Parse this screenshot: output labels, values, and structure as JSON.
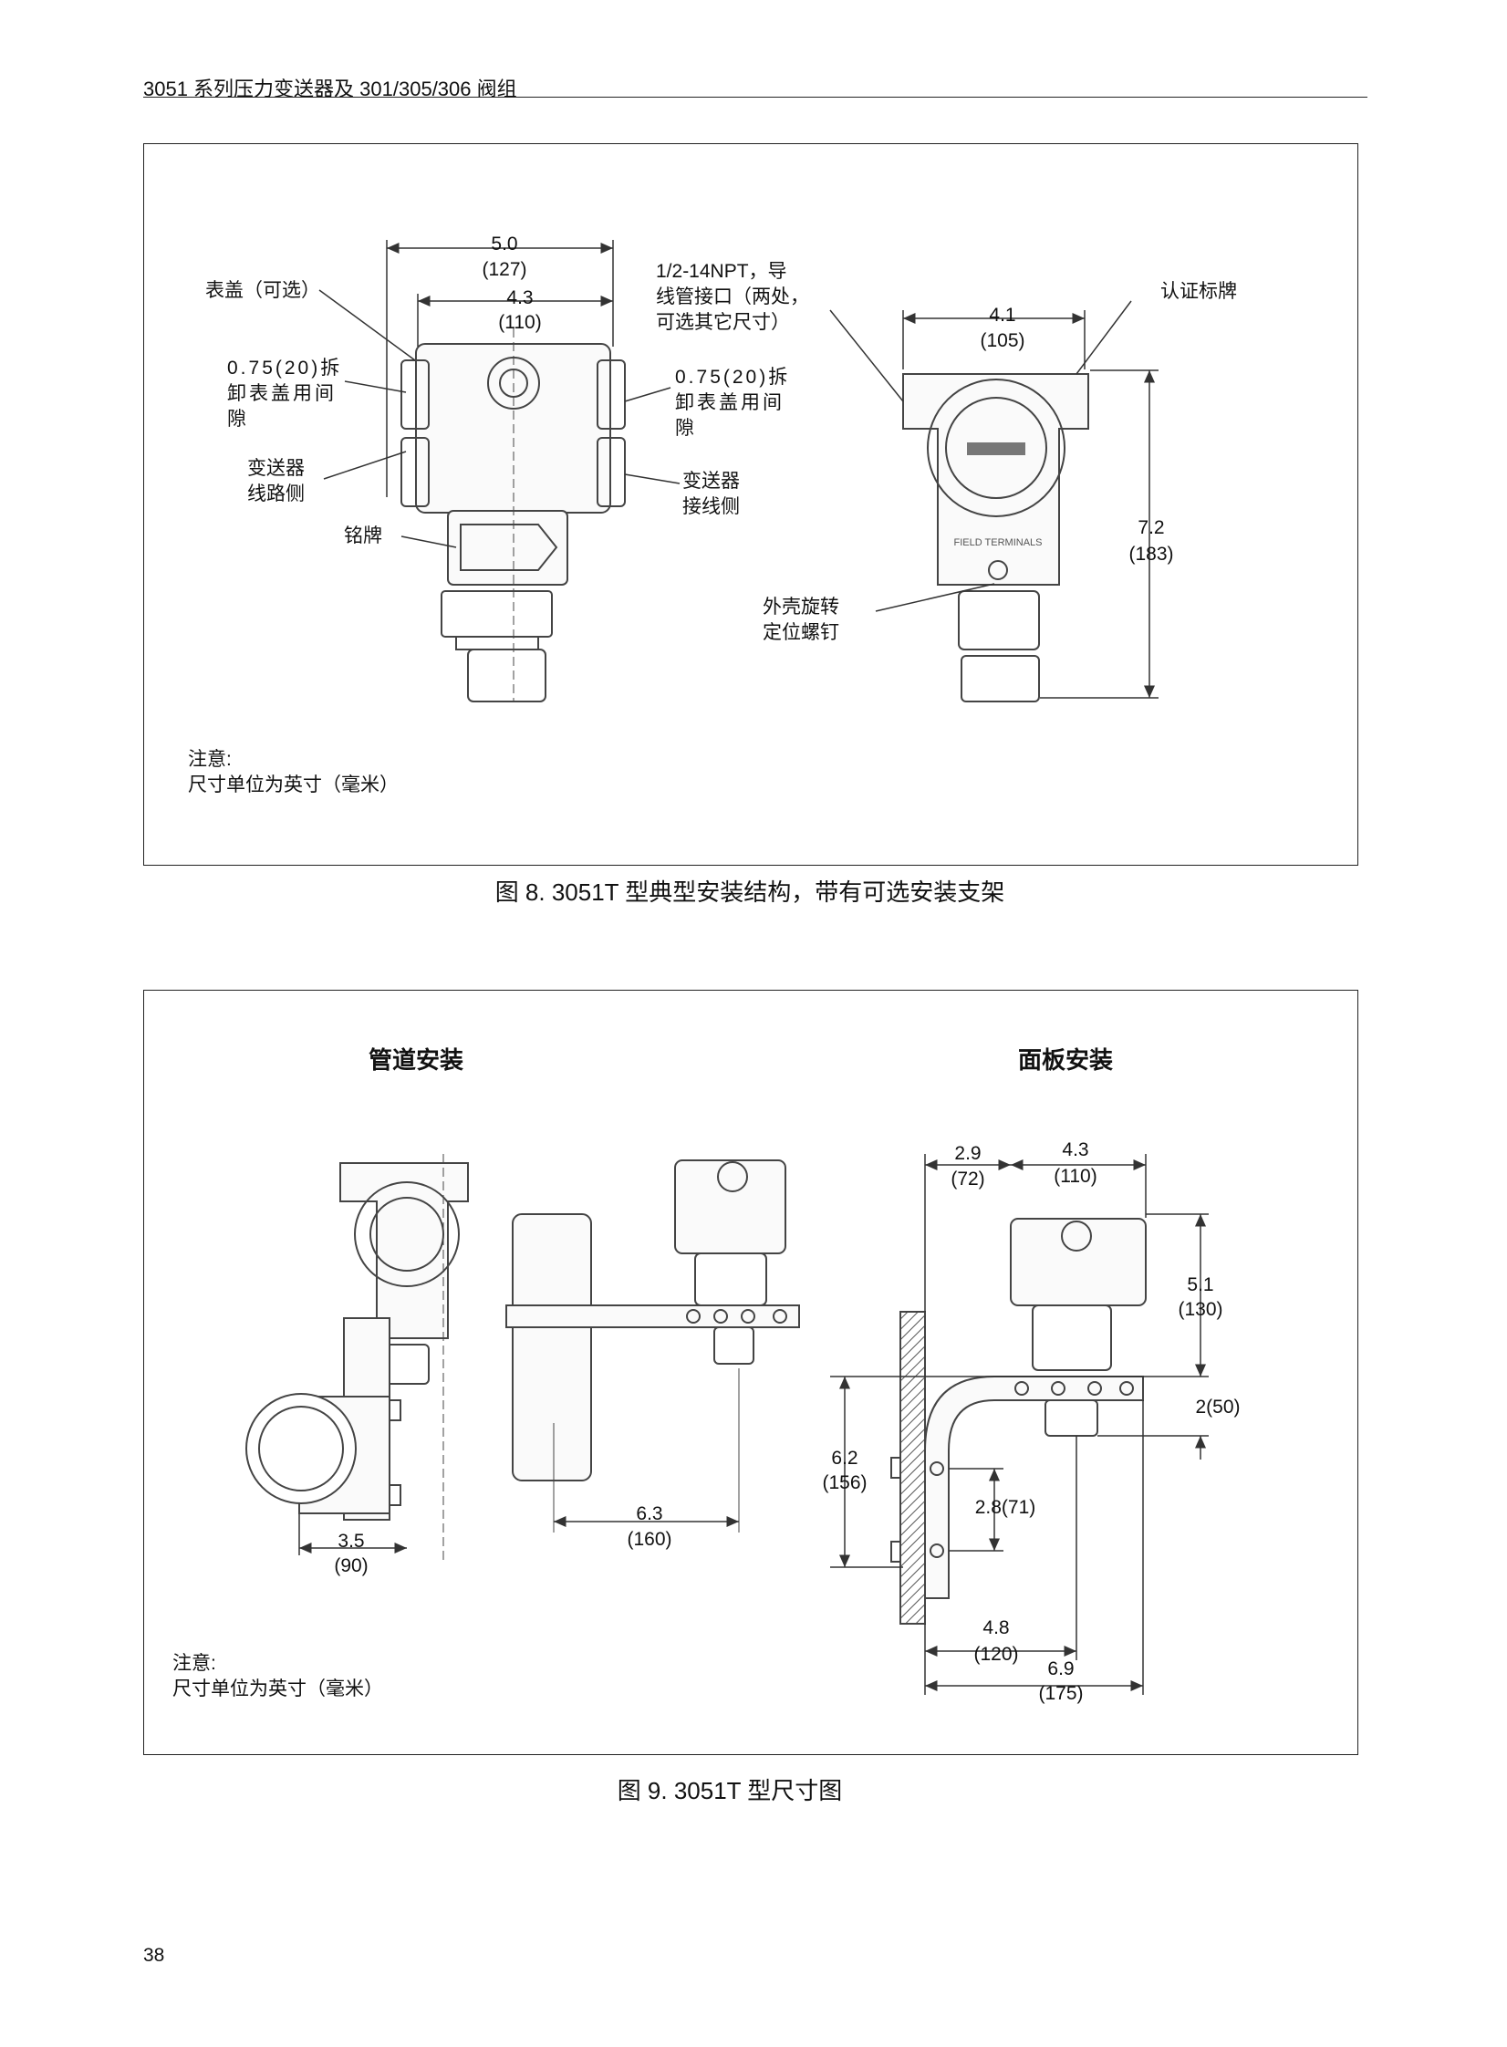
{
  "header": {
    "title": "3051 系列压力变送器及 301/305/306 阀组"
  },
  "figure8": {
    "caption": "图 8. 3051T 型典型安装结构，带有可选安装支架",
    "dims": {
      "d50": "5.0",
      "d50_mm": "(127)",
      "d43": "4.3",
      "d43_mm": "(110)",
      "d41": "4.1",
      "d41_mm": "(105)",
      "d72": "7.2",
      "d72_mm": "(183)"
    },
    "labels": {
      "cover": "表盖（可选）",
      "clear_left": [
        "0.75(20)拆",
        "卸表盖用间",
        "隙"
      ],
      "electronics_side": [
        "变送器",
        "线路侧"
      ],
      "nameplate": "铭牌",
      "clear_right": [
        "0.75(20)拆",
        "卸表盖用间",
        "隙"
      ],
      "terminal_side": [
        "变送器",
        "接线侧"
      ],
      "conduit": [
        "1/2-14NPT，导",
        "线管接口（两处，",
        "可选其它尺寸）"
      ],
      "approval_label": "认证标牌",
      "rotation_screw": [
        "外壳旋转",
        "定位螺钉"
      ],
      "field_terminals": "FIELD TERMINALS"
    },
    "note": {
      "title": "注意:",
      "text": "尺寸单位为英寸（毫米）"
    }
  },
  "figure9": {
    "caption": "图 9. 3051T 型尺寸图",
    "pipe_mount_title": "管道安装",
    "panel_mount_title": "面板安装",
    "dims": {
      "d35": "3.5",
      "d35_mm": "(90)",
      "d63": "6.3",
      "d63_mm": "(160)",
      "d29": "2.9",
      "d29_mm": "(72)",
      "d43": "4.3",
      "d43_mm": "(110)",
      "d51": "5.1",
      "d51_mm": "(130)",
      "d2": "2(50)",
      "d62": "6.2",
      "d62_mm": "(156)",
      "d28": "2.8(71)",
      "d48": "4.8",
      "d48_mm": "(120)",
      "d69": "6.9",
      "d69_mm": "(175)"
    },
    "note": {
      "title": "注意:",
      "text": "尺寸单位为英寸（毫米）"
    }
  },
  "page_number": "38"
}
